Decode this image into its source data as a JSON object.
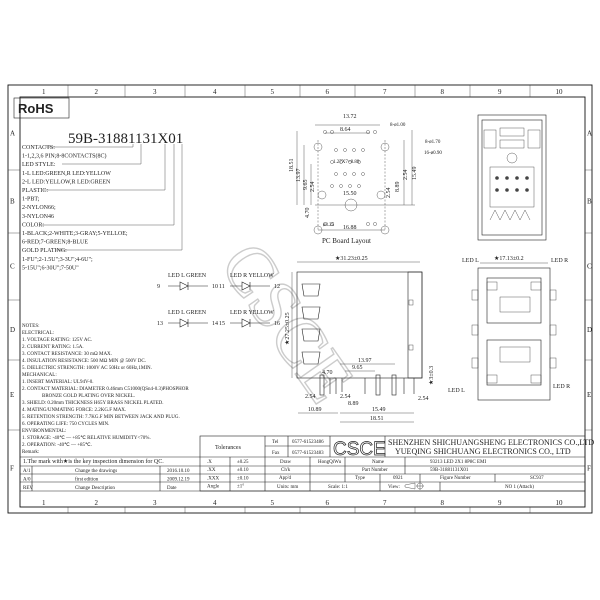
{
  "border": {
    "columns": [
      "1",
      "2",
      "3",
      "4",
      "5",
      "6",
      "7",
      "8",
      "9",
      "10"
    ],
    "rows": [
      "A",
      "B",
      "C",
      "D",
      "E",
      "F"
    ]
  },
  "rohs": "RoHS",
  "part_code": "59B-31881131X01",
  "spec_lines": [
    "CONTACTS:",
    "1-1,2,3,6 PIN;8-8CONTACTS(8C)",
    "LED STYLE:",
    "1-L LED:GREEN,R LED:YELLOW",
    "2-L LED:YELLOW,R LED:GREEN",
    "PLASTIC:",
    "1-PBT;",
    "2-NYLON66;",
    "3-NYLON46",
    "COLOR:",
    "1-BLACK;2-WHITE;3-GRAY;5-YELLOE;",
    "6-RED;7-GREEN;8-BLUE",
    "GOLD PLATING:",
    "1-FU\";2-1.5U\";3-3U\";4-6U\";",
    "5-15U\";6-30U\";7-50U\""
  ],
  "leds": [
    {
      "label": "LED L GREEN",
      "pin_a": "9",
      "pin_b": "10"
    },
    {
      "label": "LED R YELLOW",
      "pin_a": "11",
      "pin_b": "12"
    },
    {
      "label": "LED L GREEN",
      "pin_a": "13",
      "pin_b": "14"
    },
    {
      "label": "LED R YELLOW",
      "pin_a": "15",
      "pin_b": "16"
    }
  ],
  "notes": [
    "NOTES:",
    "ELECTRICAL:",
    "1. VOLTAGE RATING: 125V AC.",
    "2. CURRENT RATING: 1.5A.",
    "3. CONTACT RESISTANCE: 30 mΩ MAX.",
    "4. INSULATION RESISTANCE: 500 MΩ MIN @ 500V DC.",
    "5. DIELECTRIC STRENGTH: 1000V AC 50Hz or 60Hz,1MIN.",
    "MECHANICAL:",
    "1. INSERT MATERIAL: UL94V-0.",
    "2. CONTACT MATERIAL: DIAMETER 0.46mm C51000(QSn4-0.3)PHOSPHOR",
    "                BRONZE GOLD PLATING OVER NICKEL.",
    "3. SHIELD: 0.20mm THICKNESS H65Y BRASS NICKEL PLATED.",
    "4. MATING/UNMATING FORCE: 2.2KG.F MAX.",
    "5. RETENTION STRENGTH: 7.7KG.F MIN BETWEEN JACK AND PLUG.",
    "6. OPERATING LIFE: 750 CYCLES MIN.",
    "ENVIRONMENTAL:",
    "1. STORAGE: -40℃ — +85℃ RELATIVE HUMIDITY<70%.",
    "2. OPERATION: -40℃ — +85℃.",
    "Remark:"
  ],
  "key_mark_note": "1.The mark with★is the key inspection dimension for QC.",
  "pcb": {
    "title": "PC Board Layout",
    "dims": [
      "13.72",
      "8.64",
      "8-ø1.00",
      "8-ø1.70",
      "16-ø0.90",
      "1.27X7=8.89",
      "18.51",
      "13.97",
      "9.65",
      "2.54",
      "2.54",
      "15.49",
      "8.89",
      "2.54",
      "15.50",
      "4.70",
      "ø3.25",
      "16.88"
    ]
  },
  "front": {
    "dims": [
      "★31.23±0.25",
      "★27.25±0.25",
      "13.97",
      "9.65",
      "4.70",
      "★3±0.3",
      "2.54",
      "2.54",
      "8.89",
      "2.54",
      "10.89",
      "15.49",
      "18.51"
    ]
  },
  "bottom_view": {
    "led_l": "LED L",
    "led_r": "LED R",
    "width": "★17.13±0.2",
    "led_l2": "LED L",
    "led_r2": "LED R"
  },
  "watermark": "CSCE",
  "revisions": [
    {
      "rev": "A/1",
      "desc": "Change the drawings",
      "date": "2016.10.10"
    },
    {
      "rev": "A/0",
      "desc": "first edition",
      "date": "2009.12.19"
    },
    {
      "rev": "REV",
      "desc": "Change Description",
      "date": "Date"
    }
  ],
  "tolerances": {
    "header": "Tolerances",
    "rows": [
      {
        "k": ".X",
        "v": "±0.25"
      },
      {
        "k": ".XX",
        "v": "±0.10"
      },
      {
        "k": ".XXX",
        "v": "±0.10"
      },
      {
        "k": "Angle",
        "v": "±1°"
      }
    ]
  },
  "contact": {
    "tel_label": "Tel",
    "tel": "0577-61523486",
    "fax_label": "Fax",
    "fax": "0577-61523483"
  },
  "logo": "CSCE",
  "company": [
    "SHENZHEN SHICHUANGSHENG ELECTRONICS CO.,LTD",
    "YUEQING SHICHUANG ELECTRONICS CO., LTD"
  ],
  "title_block": {
    "draw_label": "Draw",
    "draw": "HongQiWu",
    "chk_label": "Ch'k",
    "appd_label": "App'd",
    "units": "Units: mm",
    "name_label": "Name",
    "name": "93213 LED 2X1 8P8C EMI",
    "part_label": "Part Number",
    "part": "59B-31881131X01",
    "type_label": "Type",
    "type": "0921",
    "figure_label": "Figure Number",
    "figure": "SC937",
    "scale": "Scale: 1:1",
    "view": "View:",
    "sheet": "NO 1 (Attach)"
  }
}
